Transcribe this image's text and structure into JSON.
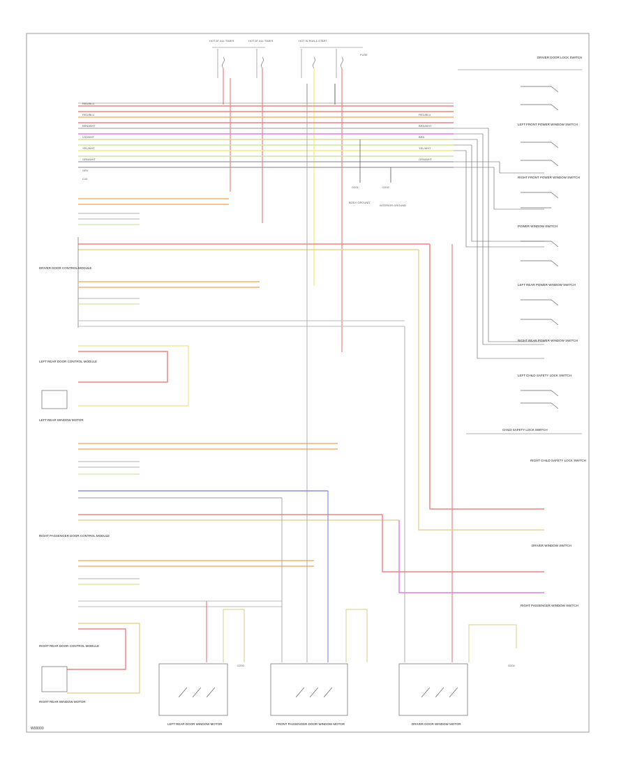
{
  "drawing": {
    "footer_code": "W00000",
    "colors": {
      "red": "#f08080",
      "pink": "#f7a8c8",
      "orange": "#f5b070",
      "yellow": "#f2ec7a",
      "green": "#cce6a0",
      "tan": "#e3d49a",
      "blue": "#8890e0",
      "magenta": "#e27ae8",
      "gray": "#9a9a9a",
      "black": "#444444"
    }
  },
  "top_fuses": {
    "labels": [
      "HOT AT ALL TIMES",
      "HOT AT ALL TIMES",
      "HOT IN RUN & START",
      "FUSE"
    ]
  },
  "components": {
    "driver_door_switch_top_right": "DRIVER DOOR LOCK SWITCH",
    "left_front_door_switch": "LEFT FRONT POWER WINDOW SWITCH",
    "right_front_door_switch": "RIGHT FRONT POWER WINDOW SWITCH",
    "power_window_switch": "POWER WINDOW SWITCH",
    "left_rear_door_switch": "LEFT REAR POWER WINDOW SWITCH",
    "right_rear_door_switch": "RIGHT REAR POWER WINDOW SWITCH",
    "left_child_lock": "LEFT CHILD SAFETY LOCK SWITCH",
    "child_safety_lock_switch": "CHILD SAFETY LOCK SWITCH",
    "right_child_lock": "RIGHT CHILD SAFETY LOCK SWITCH",
    "driver_window_switch": "DRIVER WINDOW SWITCH",
    "passenger_window_switch": "RIGHT PASSENGER WINDOW SWITCH",
    "driver_door_control_module": "DRIVER DOOR CONTROL MODULE",
    "left_rear_door_module": "LEFT REAR DOOR CONTROL MODULE",
    "left_rear_motor": "LEFT REAR WINDOW MOTOR",
    "right_passenger_door_module": "RIGHT PASSENGER DOOR CONTROL MODULE",
    "right_rear_door_module": "RIGHT REAR DOOR CONTROL MODULE",
    "right_rear_motor": "RIGHT REAR WINDOW MOTOR",
    "front_passenger_motor": "FRONT PASSENGER DOOR WINDOW MOTOR",
    "driver_door_motor": "DRIVER DOOR WINDOW MOTOR",
    "left_rear_door_lock_motor": "LEFT REAR DOOR WINDOW MOTOR",
    "body_ground_1": "BODY GROUND",
    "body_ground_2": "INTERIOR GROUND"
  },
  "harness": {
    "wire_labels": [
      "RED/BLU",
      "RED/BLU",
      "RED/BLU",
      "BRN/WHT",
      "VIO/WHT",
      "BRN",
      "YEL/WHT",
      "GRN/WHT",
      "GRY"
    ],
    "connector": "C10"
  },
  "ground_labels": [
    "G201",
    "G202",
    "G203",
    "G204"
  ]
}
